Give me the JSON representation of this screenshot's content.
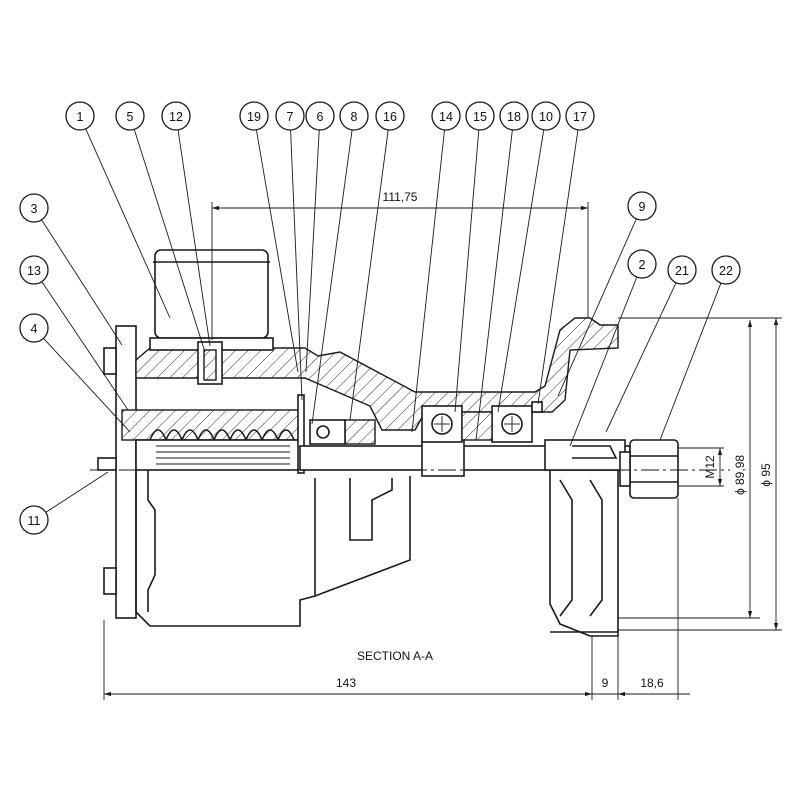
{
  "drawing": {
    "section_title": "SECTION A-A",
    "dimensions": {
      "top_length": "111,75",
      "overall_length": "143",
      "gap": "9",
      "shaft_extension": "18,6",
      "thread": "M12",
      "diameter_inner": "ϕ 89,98",
      "diameter_outer": "ϕ 95"
    },
    "balloons": [
      {
        "label": "1"
      },
      {
        "label": "5"
      },
      {
        "label": "12"
      },
      {
        "label": "19"
      },
      {
        "label": "7"
      },
      {
        "label": "6"
      },
      {
        "label": "8"
      },
      {
        "label": "16"
      },
      {
        "label": "14"
      },
      {
        "label": "15"
      },
      {
        "label": "18"
      },
      {
        "label": "10"
      },
      {
        "label": "17"
      },
      {
        "label": "3"
      },
      {
        "label": "13"
      },
      {
        "label": "4"
      },
      {
        "label": "9"
      },
      {
        "label": "2"
      },
      {
        "label": "21"
      },
      {
        "label": "22"
      },
      {
        "label": "11"
      }
    ]
  }
}
